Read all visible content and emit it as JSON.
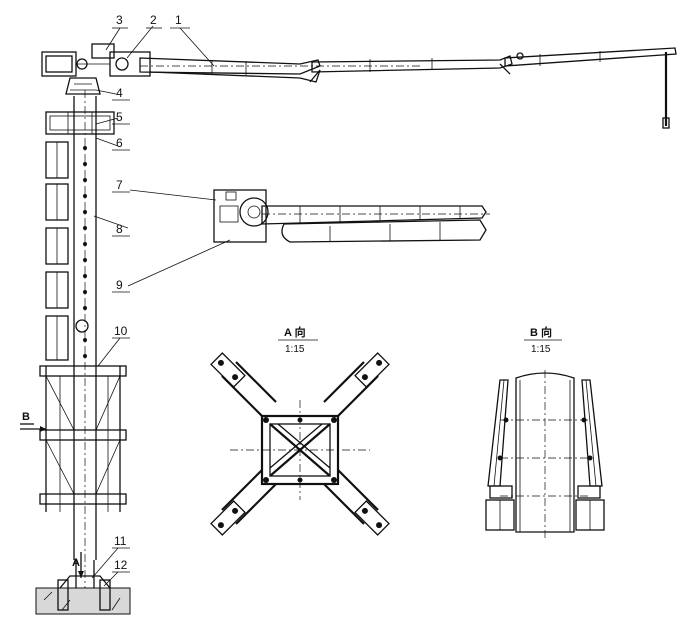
{
  "callouts": [
    "1",
    "2",
    "3",
    "4",
    "5",
    "6",
    "7",
    "8",
    "9",
    "10",
    "11",
    "12"
  ],
  "view_a": {
    "title": "A 向",
    "scale": "1:15"
  },
  "view_b": {
    "title": "B 向",
    "scale": "1:15"
  },
  "section_marks": {
    "a": "A",
    "b": "B"
  }
}
